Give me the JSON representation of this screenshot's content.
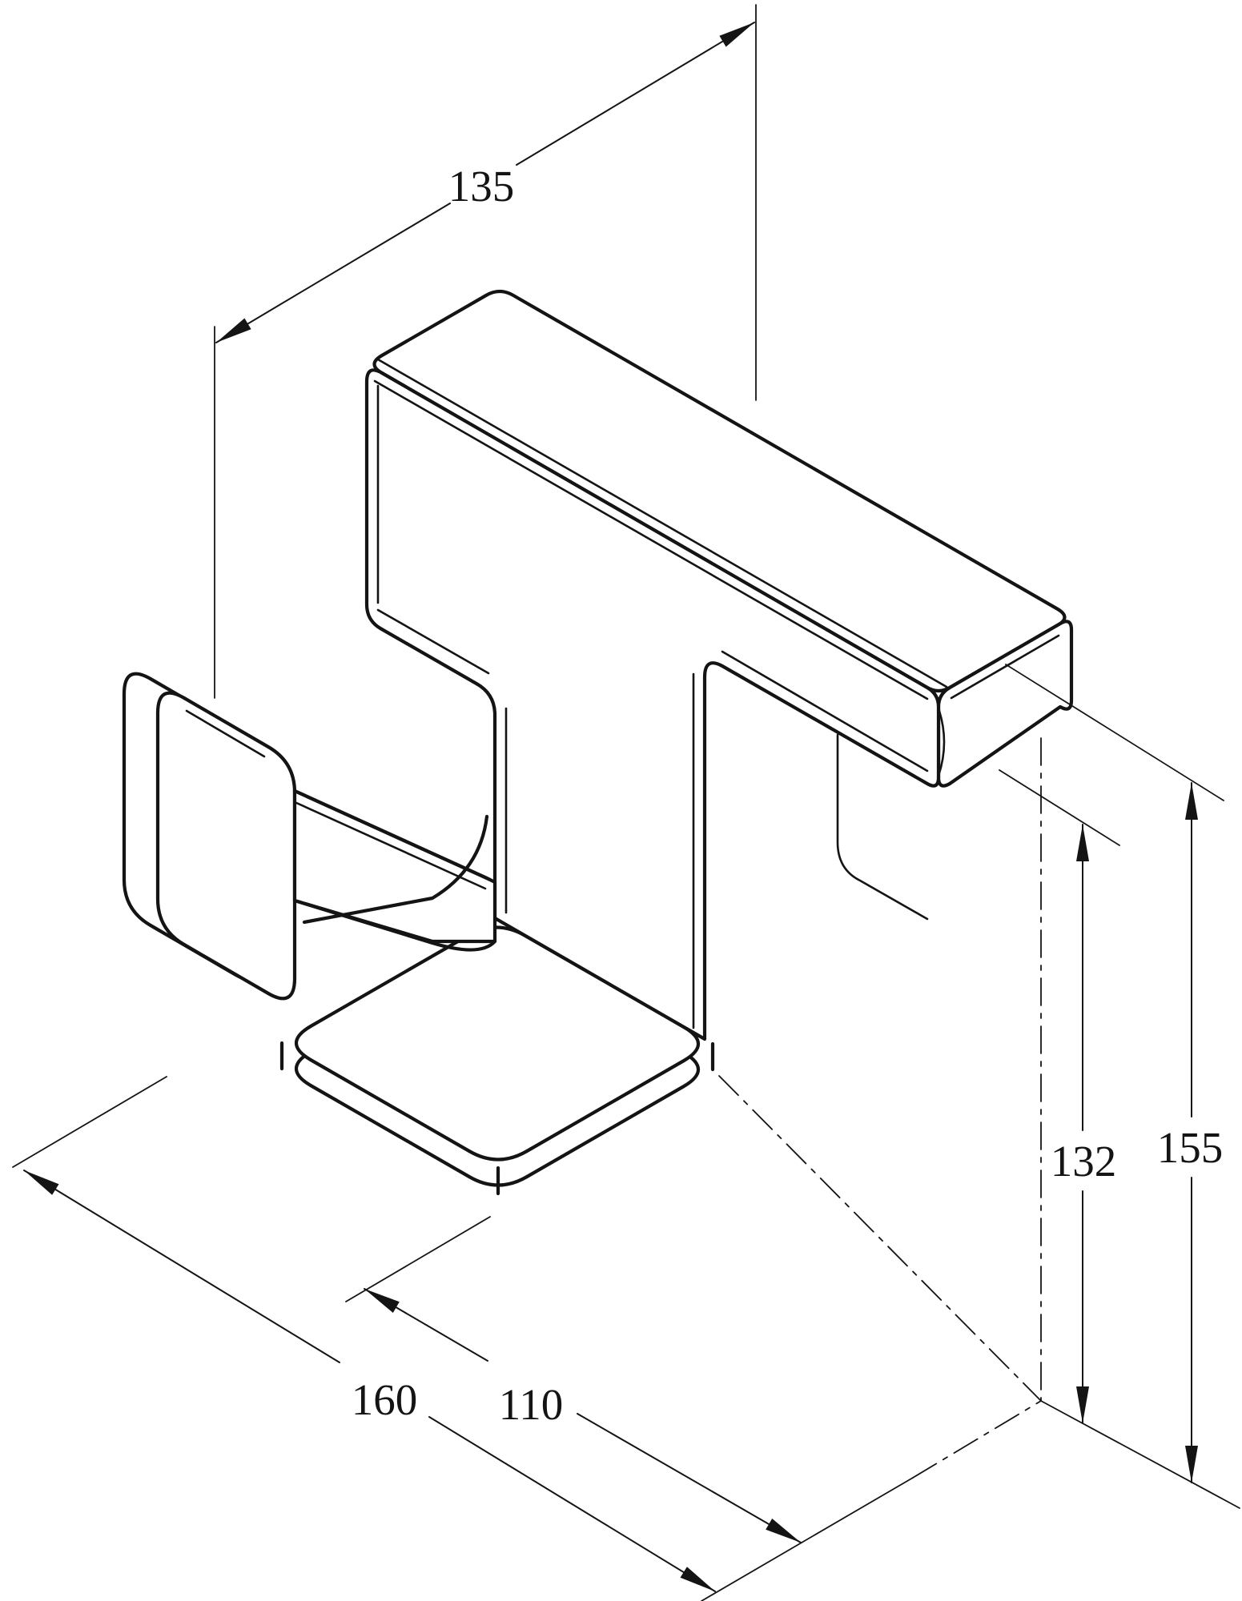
{
  "figure": {
    "type": "technical-drawing",
    "background_color": "#ffffff",
    "line_color": "#141414",
    "dimensions": {
      "depth": {
        "label": "135"
      },
      "outlet_height": {
        "label": "132"
      },
      "overall_height": {
        "label": "155"
      },
      "overall_width": {
        "label": "160"
      },
      "spout_reach": {
        "label": "110"
      }
    }
  }
}
